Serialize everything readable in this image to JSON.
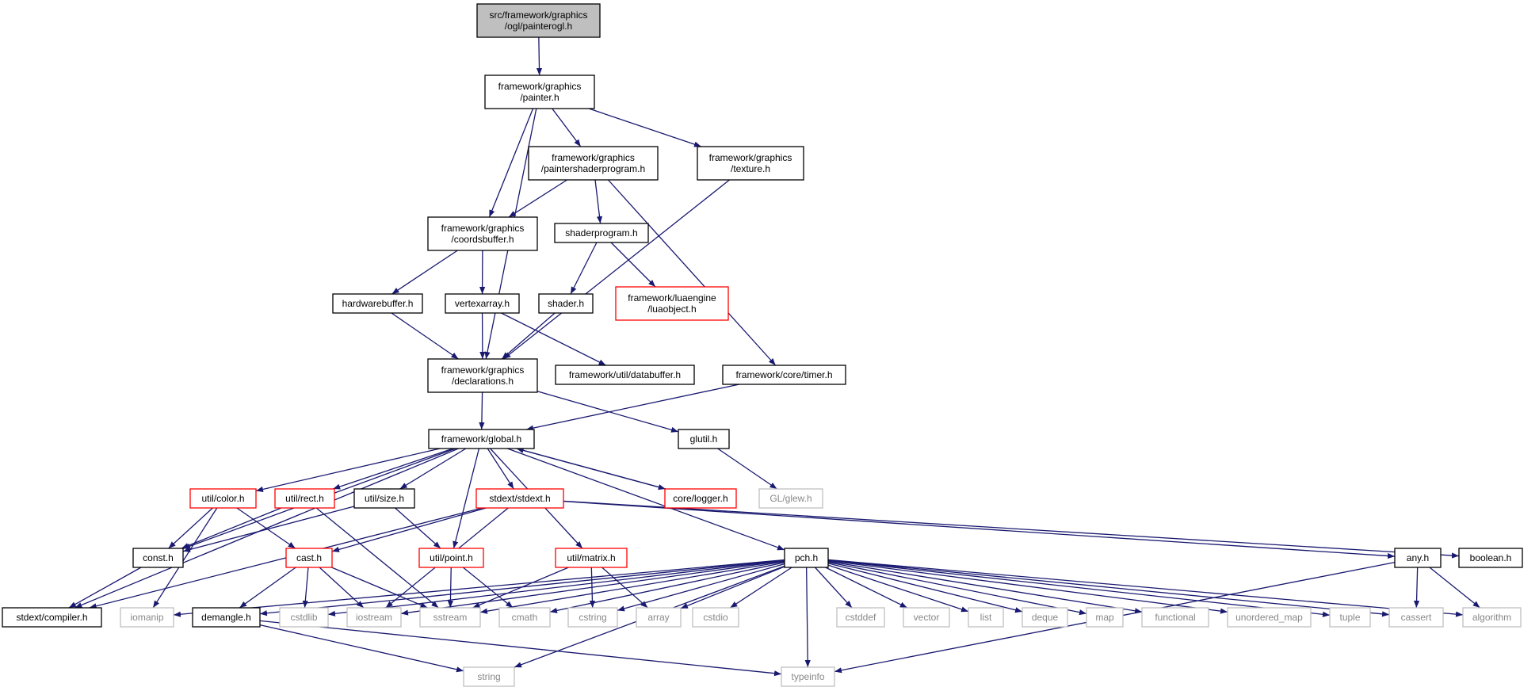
{
  "graph": {
    "nodes": [
      {
        "id": "n1",
        "lines": [
          "src/framework/graphics",
          "/ogl/painterogl.h"
        ],
        "style": "root"
      },
      {
        "id": "n2",
        "lines": [
          "framework/graphics",
          "/painter.h"
        ],
        "style": "normal"
      },
      {
        "id": "n3",
        "lines": [
          "framework/graphics",
          "/paintershaderprogram.h"
        ],
        "style": "normal"
      },
      {
        "id": "n4",
        "lines": [
          "framework/graphics",
          "/texture.h"
        ],
        "style": "normal"
      },
      {
        "id": "n5",
        "lines": [
          "framework/graphics",
          "/coordsbuffer.h"
        ],
        "style": "normal"
      },
      {
        "id": "n6",
        "lines": [
          "shaderprogram.h"
        ],
        "style": "normal"
      },
      {
        "id": "n7",
        "lines": [
          "hardwarebuffer.h"
        ],
        "style": "normal"
      },
      {
        "id": "n8",
        "lines": [
          "vertexarray.h"
        ],
        "style": "normal"
      },
      {
        "id": "n9",
        "lines": [
          "shader.h"
        ],
        "style": "normal"
      },
      {
        "id": "n10",
        "lines": [
          "framework/luaengine",
          "/luaobject.h"
        ],
        "style": "red"
      },
      {
        "id": "n11",
        "lines": [
          "framework/graphics",
          "/declarations.h"
        ],
        "style": "normal"
      },
      {
        "id": "n12",
        "lines": [
          "framework/util/databuffer.h"
        ],
        "style": "normal"
      },
      {
        "id": "n13",
        "lines": [
          "framework/core/timer.h"
        ],
        "style": "normal"
      },
      {
        "id": "n14",
        "lines": [
          "framework/global.h"
        ],
        "style": "normal"
      },
      {
        "id": "n15",
        "lines": [
          "glutil.h"
        ],
        "style": "normal"
      },
      {
        "id": "n16",
        "lines": [
          "GL/glew.h"
        ],
        "style": "gray"
      },
      {
        "id": "n17",
        "lines": [
          "util/color.h"
        ],
        "style": "red"
      },
      {
        "id": "n18",
        "lines": [
          "util/rect.h"
        ],
        "style": "red"
      },
      {
        "id": "n19",
        "lines": [
          "util/size.h"
        ],
        "style": "normal"
      },
      {
        "id": "n20",
        "lines": [
          "stdext/stdext.h"
        ],
        "style": "red"
      },
      {
        "id": "n21",
        "lines": [
          "core/logger.h"
        ],
        "style": "red"
      },
      {
        "id": "n22",
        "lines": [
          "const.h"
        ],
        "style": "normal"
      },
      {
        "id": "n23",
        "lines": [
          "cast.h"
        ],
        "style": "red"
      },
      {
        "id": "n24",
        "lines": [
          "util/point.h"
        ],
        "style": "red"
      },
      {
        "id": "n25",
        "lines": [
          "util/matrix.h"
        ],
        "style": "red"
      },
      {
        "id": "n26",
        "lines": [
          "pch.h"
        ],
        "style": "normal"
      },
      {
        "id": "n27",
        "lines": [
          "any.h"
        ],
        "style": "normal"
      },
      {
        "id": "n28",
        "lines": [
          "boolean.h"
        ],
        "style": "normal"
      },
      {
        "id": "n29",
        "lines": [
          "stdext/compiler.h"
        ],
        "style": "normal"
      },
      {
        "id": "n30",
        "lines": [
          "iomanip"
        ],
        "style": "gray"
      },
      {
        "id": "n31",
        "lines": [
          "demangle.h"
        ],
        "style": "normal"
      },
      {
        "id": "n32",
        "lines": [
          "cstdlib"
        ],
        "style": "gray"
      },
      {
        "id": "n33",
        "lines": [
          "iostream"
        ],
        "style": "gray"
      },
      {
        "id": "n34",
        "lines": [
          "sstream"
        ],
        "style": "gray"
      },
      {
        "id": "n35",
        "lines": [
          "cmath"
        ],
        "style": "gray"
      },
      {
        "id": "n36",
        "lines": [
          "cstring"
        ],
        "style": "gray"
      },
      {
        "id": "n37",
        "lines": [
          "array"
        ],
        "style": "gray"
      },
      {
        "id": "n38",
        "lines": [
          "cstdio"
        ],
        "style": "gray"
      },
      {
        "id": "n39",
        "lines": [
          "cstddef"
        ],
        "style": "gray"
      },
      {
        "id": "n40",
        "lines": [
          "vector"
        ],
        "style": "gray"
      },
      {
        "id": "n41",
        "lines": [
          "list"
        ],
        "style": "gray"
      },
      {
        "id": "n42",
        "lines": [
          "deque"
        ],
        "style": "gray"
      },
      {
        "id": "n43",
        "lines": [
          "map"
        ],
        "style": "gray"
      },
      {
        "id": "n44",
        "lines": [
          "functional"
        ],
        "style": "gray"
      },
      {
        "id": "n45",
        "lines": [
          "unordered_map"
        ],
        "style": "gray"
      },
      {
        "id": "n46",
        "lines": [
          "tuple"
        ],
        "style": "gray"
      },
      {
        "id": "n47",
        "lines": [
          "cassert"
        ],
        "style": "gray"
      },
      {
        "id": "n48",
        "lines": [
          "algorithm"
        ],
        "style": "gray"
      },
      {
        "id": "n49",
        "lines": [
          "string"
        ],
        "style": "gray"
      },
      {
        "id": "n50",
        "lines": [
          "typeinfo"
        ],
        "style": "gray"
      }
    ],
    "edges": [
      [
        "n1",
        "n2"
      ],
      [
        "n2",
        "n11"
      ],
      [
        "n2",
        "n5"
      ],
      [
        "n2",
        "n3"
      ],
      [
        "n2",
        "n4"
      ],
      [
        "n3",
        "n5"
      ],
      [
        "n3",
        "n6"
      ],
      [
        "n3",
        "n13"
      ],
      [
        "n4",
        "n11"
      ],
      [
        "n5",
        "n7"
      ],
      [
        "n5",
        "n8"
      ],
      [
        "n6",
        "n9"
      ],
      [
        "n6",
        "n10"
      ],
      [
        "n7",
        "n11"
      ],
      [
        "n8",
        "n11"
      ],
      [
        "n8",
        "n12"
      ],
      [
        "n9",
        "n11"
      ],
      [
        "n11",
        "n14"
      ],
      [
        "n11",
        "n15"
      ],
      [
        "n13",
        "n14"
      ],
      [
        "n15",
        "n16"
      ],
      [
        "n14",
        "n17"
      ],
      [
        "n14",
        "n18"
      ],
      [
        "n14",
        "n19"
      ],
      [
        "n14",
        "n20"
      ],
      [
        "n14",
        "n21"
      ],
      [
        "n14",
        "n22"
      ],
      [
        "n14",
        "n24"
      ],
      [
        "n14",
        "n25"
      ],
      [
        "n14",
        "n26"
      ],
      [
        "n14",
        "n29"
      ],
      [
        "n21",
        "n14"
      ],
      [
        "n17",
        "n22"
      ],
      [
        "n17",
        "n23"
      ],
      [
        "n17",
        "n30"
      ],
      [
        "n18",
        "n22"
      ],
      [
        "n18",
        "n34"
      ],
      [
        "n19",
        "n22"
      ],
      [
        "n19",
        "n24"
      ],
      [
        "n22",
        "n29"
      ],
      [
        "n20",
        "n23"
      ],
      [
        "n20",
        "n29"
      ],
      [
        "n20",
        "n27"
      ],
      [
        "n20",
        "n28"
      ],
      [
        "n20",
        "n33"
      ],
      [
        "n23",
        "n31"
      ],
      [
        "n23",
        "n32"
      ],
      [
        "n23",
        "n33"
      ],
      [
        "n23",
        "n34"
      ],
      [
        "n24",
        "n34"
      ],
      [
        "n24",
        "n35"
      ],
      [
        "n25",
        "n34"
      ],
      [
        "n25",
        "n36"
      ],
      [
        "n25",
        "n37"
      ],
      [
        "n26",
        "n30"
      ],
      [
        "n26",
        "n31"
      ],
      [
        "n26",
        "n32"
      ],
      [
        "n26",
        "n33"
      ],
      [
        "n26",
        "n34"
      ],
      [
        "n26",
        "n35"
      ],
      [
        "n26",
        "n36"
      ],
      [
        "n26",
        "n37"
      ],
      [
        "n26",
        "n38"
      ],
      [
        "n26",
        "n39"
      ],
      [
        "n26",
        "n40"
      ],
      [
        "n26",
        "n41"
      ],
      [
        "n26",
        "n42"
      ],
      [
        "n26",
        "n43"
      ],
      [
        "n26",
        "n44"
      ],
      [
        "n26",
        "n45"
      ],
      [
        "n26",
        "n46"
      ],
      [
        "n26",
        "n47"
      ],
      [
        "n26",
        "n48"
      ],
      [
        "n26",
        "n49"
      ],
      [
        "n26",
        "n50"
      ],
      [
        "n27",
        "n47"
      ],
      [
        "n27",
        "n48"
      ],
      [
        "n27",
        "n50"
      ],
      [
        "n31",
        "n49"
      ],
      [
        "n31",
        "n50"
      ]
    ]
  },
  "colors": {
    "edge": "#191970",
    "root_fill": "#bfbfbf",
    "border_normal": "#000000",
    "border_red": "#ff0000",
    "border_gray": "#bfbfbf"
  }
}
